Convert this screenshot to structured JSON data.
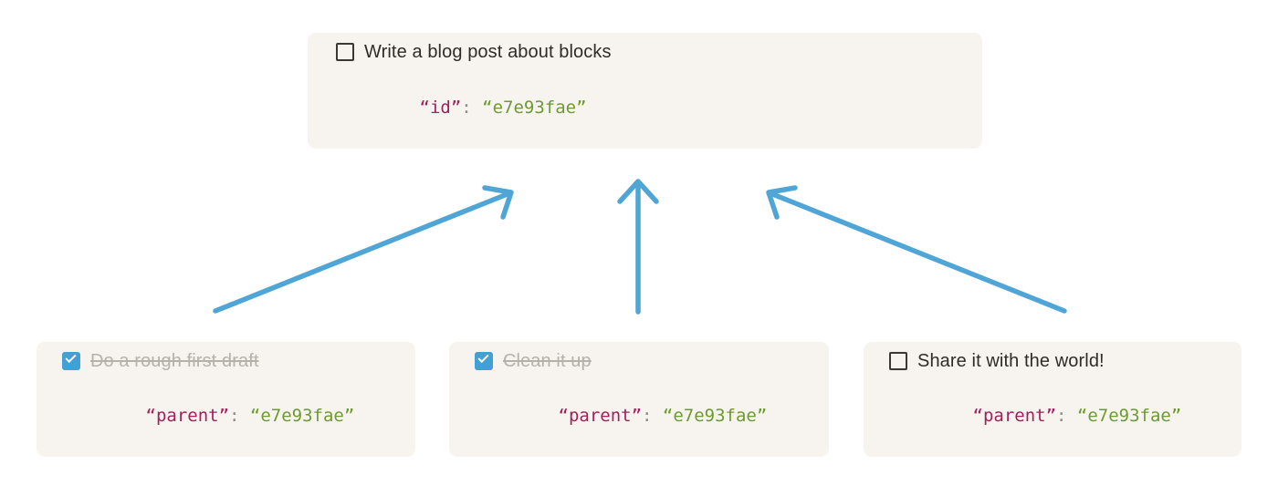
{
  "diagram": {
    "title": "Block parent/child relationship diagram",
    "colors": {
      "card_background": "#F7F4EF",
      "arrow": "#4FA5D6",
      "checkbox_checked": "#41A0D4",
      "json_key": "#A21F5B",
      "json_value": "#6E9A34",
      "json_colon": "#8C8C8C",
      "todo_text": "#2E2C28",
      "todo_text_done": "#B6B1AA",
      "page_background": "#FFFFFF"
    }
  },
  "parent_card": {
    "checkbox_state": "unchecked",
    "checkbox_icon": "checkbox-empty-icon",
    "todo_label": "Write a blog post about blocks",
    "json": {
      "key": "“id”",
      "colon": ": ",
      "value": "“e7e93fae”"
    }
  },
  "child_cards": [
    {
      "checkbox_state": "checked",
      "checkbox_icon": "checkbox-checked-icon",
      "todo_label": "Do a rough first draft",
      "json": {
        "key": "“parent”",
        "colon": ": ",
        "value": "“e7e93fae”"
      }
    },
    {
      "checkbox_state": "checked",
      "checkbox_icon": "checkbox-checked-icon",
      "todo_label": "Clean it up",
      "json": {
        "key": "“parent”",
        "colon": ": ",
        "value": "“e7e93fae”"
      }
    },
    {
      "checkbox_state": "unchecked",
      "checkbox_icon": "checkbox-empty-icon",
      "todo_label": "Share it with the world!",
      "json": {
        "key": "“parent”",
        "colon": ": ",
        "value": "“e7e93fae”"
      }
    }
  ],
  "arrows": [
    {
      "name": "arrow-child-1-to-parent",
      "from": "child-1",
      "to": "parent",
      "direction": "up-right"
    },
    {
      "name": "arrow-child-2-to-parent",
      "from": "child-2",
      "to": "parent",
      "direction": "up"
    },
    {
      "name": "arrow-child-3-to-parent",
      "from": "child-3",
      "to": "parent",
      "direction": "up-left"
    }
  ]
}
